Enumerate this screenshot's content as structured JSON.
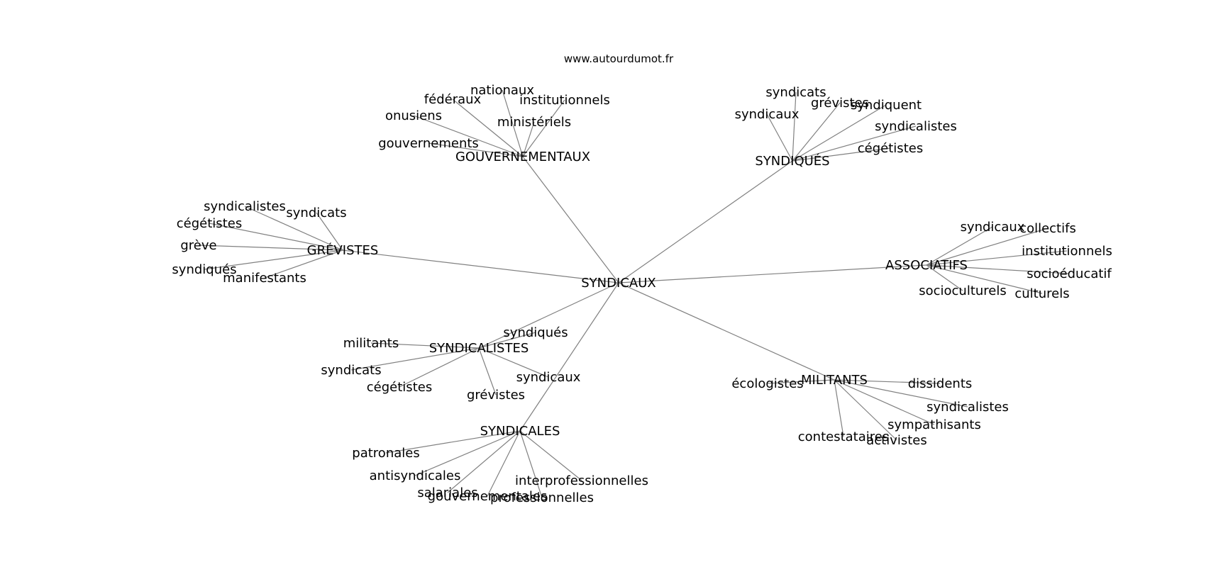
{
  "watermark": "www.autourdumot.fr",
  "root": "SYNDICAUX",
  "clusters": [
    {
      "label": "GOUVERNEMENTAUX",
      "words": [
        "nationaux",
        "fédéraux",
        "institutionnels",
        "onusiens",
        "ministériels",
        "gouvernements"
      ]
    },
    {
      "label": "SYNDIQUÉS",
      "words": [
        "syndicats",
        "grévistes",
        "syndiquent",
        "syndicaux",
        "syndicalistes",
        "cégétistes"
      ]
    },
    {
      "label": "GRÉVISTES",
      "words": [
        "syndicalistes",
        "syndicats",
        "cégétistes",
        "grève",
        "syndiqués",
        "manifestants"
      ]
    },
    {
      "label": "ASSOCIATIFS",
      "words": [
        "syndicaux",
        "collectifs",
        "institutionnels",
        "socioéducatif",
        "socioculturels",
        "culturels"
      ]
    },
    {
      "label": "SYNDICALISTES",
      "words": [
        "syndiqués",
        "militants",
        "syndicats",
        "cégétistes",
        "syndicaux",
        "grévistes"
      ]
    },
    {
      "label": "MILITANTS",
      "words": [
        "écologistes",
        "dissidents",
        "syndicalistes",
        "sympathisants",
        "contestataires",
        "activistes"
      ]
    },
    {
      "label": "SYNDICALES",
      "words": [
        "patronales",
        "antisyndicales",
        "interprofessionnelles",
        "salariales",
        "gouvernementales",
        "professionnelles"
      ]
    }
  ]
}
